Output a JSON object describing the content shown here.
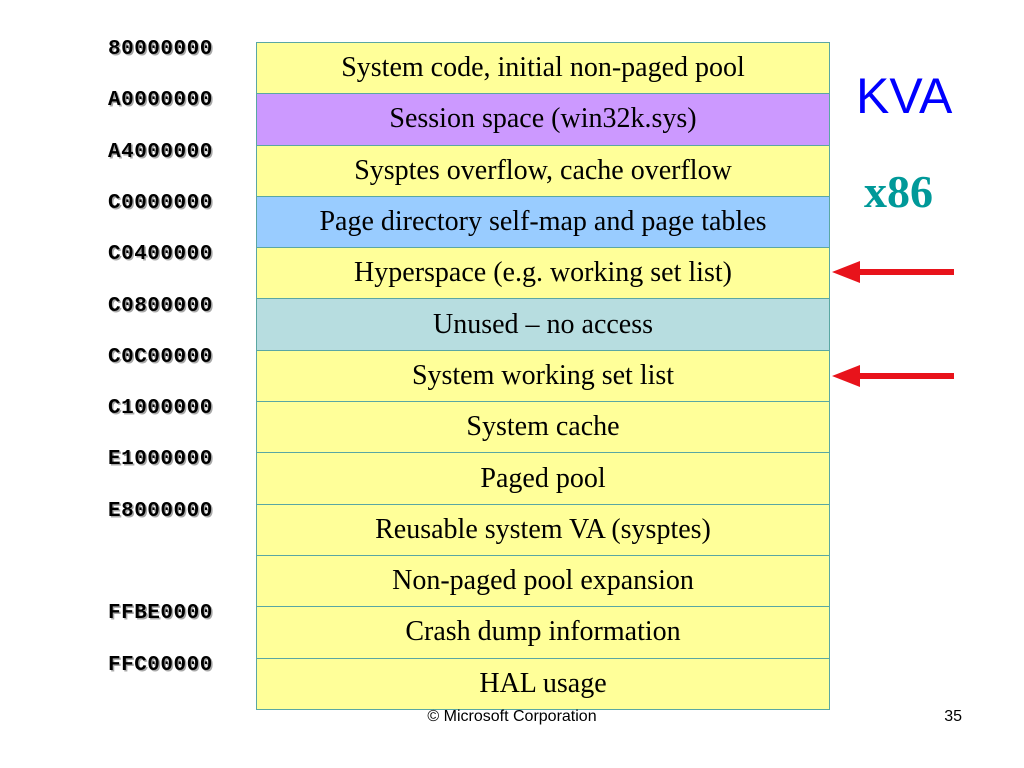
{
  "title": "KVA",
  "subtitle": "x86",
  "colors": {
    "title": "#0000ff",
    "subtitle": "#009999",
    "arrow": "#e8131b",
    "border": "#5aa7a3"
  },
  "regions": [
    {
      "address": "80000000",
      "label": "System code, initial non-paged pool",
      "color": "#ffff99"
    },
    {
      "address": "A0000000",
      "label": "Session space (win32k.sys)",
      "color": "#cc99ff"
    },
    {
      "address": "A4000000",
      "label": "Sysptes overflow, cache overflow",
      "color": "#ffff99"
    },
    {
      "address": "C0000000",
      "label": "Page directory self-map and page tables",
      "color": "#99ccff"
    },
    {
      "address": "C0400000",
      "label": "Hyperspace (e.g. working set list)",
      "color": "#ffff99"
    },
    {
      "address": "C0800000",
      "label": "Unused – no access",
      "color": "#b7dde0"
    },
    {
      "address": "C0C00000",
      "label": "System working set list",
      "color": "#ffff99"
    },
    {
      "address": "C1000000",
      "label": "System cache",
      "color": "#ffff99"
    },
    {
      "address": "E1000000",
      "label": "Paged pool",
      "color": "#ffff99"
    },
    {
      "address": "E8000000",
      "label": "Reusable system VA (sysptes)",
      "color": "#ffff99"
    },
    {
      "address": "",
      "label": "Non-paged pool expansion",
      "color": "#ffff99"
    },
    {
      "address": "FFBE0000",
      "label": "Crash dump information",
      "color": "#ffff99"
    },
    {
      "address": "FFC00000",
      "label": "HAL usage",
      "color": "#ffff99"
    }
  ],
  "arrows": [
    {
      "points_to": "Hyperspace (e.g. working set list)"
    },
    {
      "points_to": "System working set list"
    }
  ],
  "footer": {
    "copyright": "© Microsoft Corporation",
    "page_number": "35"
  }
}
